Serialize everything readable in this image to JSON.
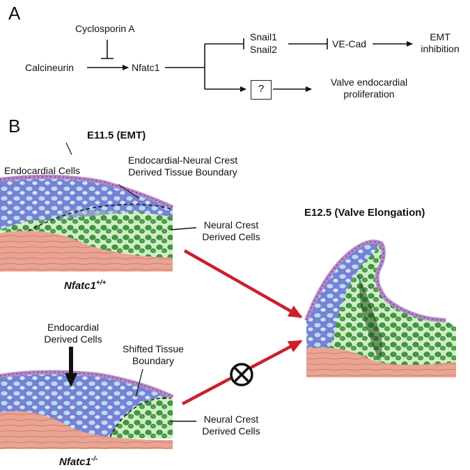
{
  "panel_a": {
    "letter": "A",
    "cyclosporin": "Cyclosporin A",
    "calcineurin": "Calcineurin",
    "nfatc1": "Nfatc1",
    "snail1": "Snail1",
    "snail2": "Snail2",
    "vecad": "VE-Cad",
    "emt_line1": "EMT",
    "emt_line2": "inhibition",
    "unknown": "?",
    "prolif_line1": "Valve endocardial",
    "prolif_line2": "proliferation"
  },
  "panel_b": {
    "letter": "B",
    "e115_title": "E11.5 (EMT)",
    "endocardial_cells": "Endocardial Cells",
    "boundary_line1": "Endocardial-Neural Crest",
    "boundary_line2": "Derived Tissue Boundary",
    "neural_crest_top_1": "Neural Crest",
    "neural_crest_top_2": "Derived Cells",
    "genotype_wt_base": "Nfatc1",
    "genotype_wt_sup": "+/+",
    "endo_derived_1": "Endocardial",
    "endo_derived_2": "Derived Cells",
    "shifted_1": "Shifted Tissue",
    "shifted_2": "Boundary",
    "neural_crest_bot_1": "Neural Crest",
    "neural_crest_bot_2": "Derived Cells",
    "genotype_ko_base": "Nfatc1",
    "genotype_ko_sup": "-/-",
    "e125_title": "E12.5 (Valve Elongation)"
  },
  "colors": {
    "myocardium": "#e8a08f",
    "endocardial_layer": "#c9a3d9",
    "endocardial_cells": "#a9d3f0",
    "endocardial_bg": "#6f6fd0",
    "neural_crest_cells": "#3f9b3a",
    "neural_crest_bg": "#cfeec8",
    "arrow_red": "#cc1f2b"
  }
}
